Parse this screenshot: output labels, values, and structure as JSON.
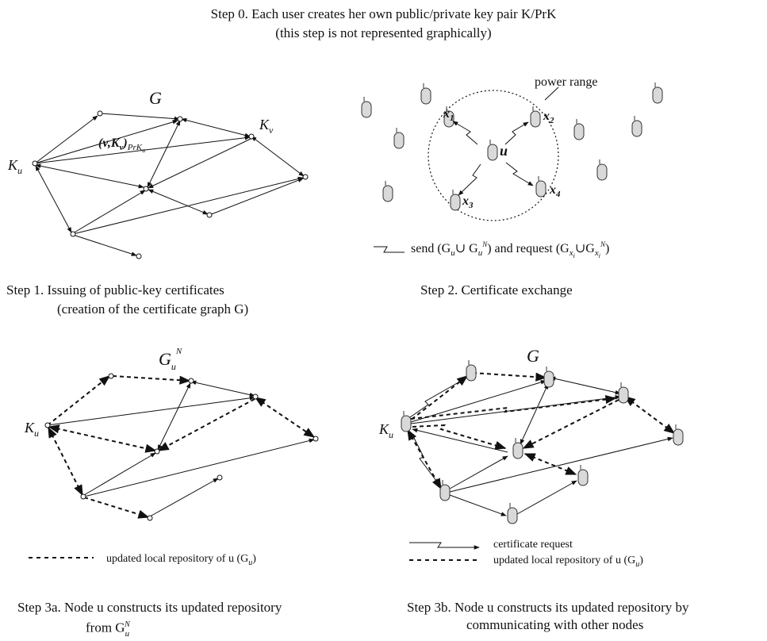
{
  "step0": {
    "line1": "Step 0. Each user creates her own public/private key pair K/PrK",
    "line2": "(this step is not represented graphically)"
  },
  "step1": {
    "caption1": "Step 1. Issuing of public-key certificates",
    "caption2": "(creation of the certificate graph G)",
    "graph_title": "G",
    "label_ku": "K",
    "label_ku_sub": "u",
    "label_kv": "K",
    "label_kv_sub": "v",
    "cert_label": "(v,K",
    "cert_label_sub": "v",
    "cert_label_close": ")",
    "cert_label_prk": "PrK",
    "cert_label_prk_sub": "u"
  },
  "step2": {
    "caption": "Step 2. Certificate exchange",
    "power_range": "power range",
    "node_u": "u",
    "x1": "x",
    "x1_sub": "1",
    "x2": "x",
    "x2_sub": "2",
    "x3": "x",
    "x3_sub": "3",
    "x4": "x",
    "x4_sub": "4",
    "legend_text": "send (G",
    "legend_rest": " and request (G"
  },
  "step3a": {
    "caption1": "Step 3a. Node u constructs its updated repository",
    "caption2": "from G",
    "graph_title": "G",
    "graph_title_sub": "u",
    "graph_title_sup": "N",
    "label_ku": "K",
    "label_ku_sub": "u",
    "legend": "updated local repository of u (G",
    "legend_sub": "u",
    "legend_close": ")"
  },
  "step3b": {
    "caption1": "Step 3b. Node u constructs its updated repository by",
    "caption2": "communicating with other nodes",
    "graph_title": "G",
    "label_ku": "K",
    "label_ku_sub": "u",
    "legend1": "certificate request",
    "legend2": "updated local repository of u (G",
    "legend2_sub": "u",
    "legend2_close": ")"
  },
  "colors": {
    "ink": "#111111",
    "device_fill": "#d9d9d9",
    "background": "#ffffff"
  }
}
